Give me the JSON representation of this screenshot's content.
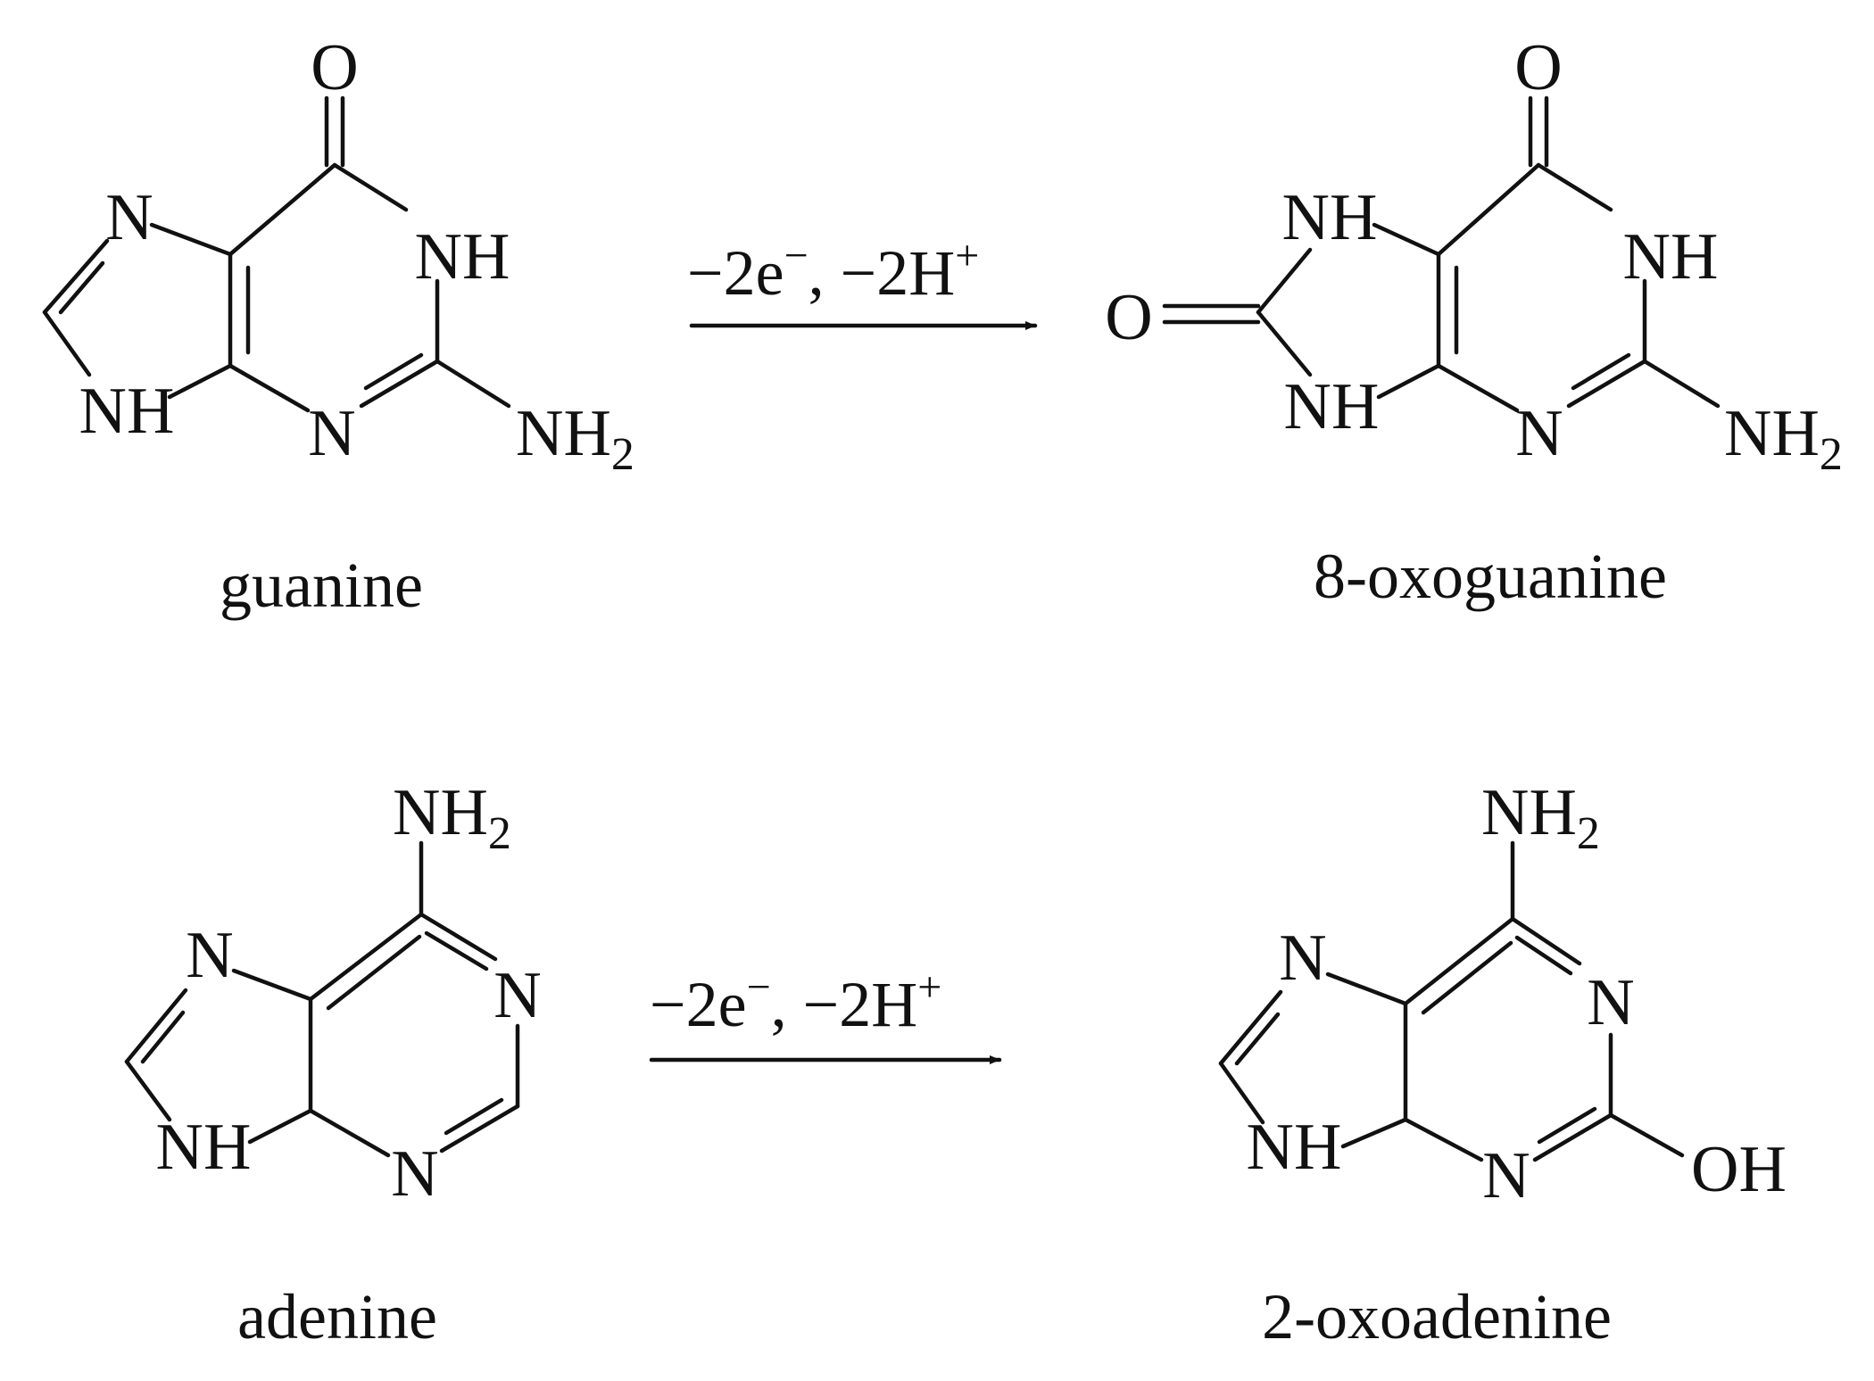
{
  "reactions": [
    {
      "reactant": {
        "name": "guanine",
        "atoms": {
          "carbonyl_o": "O",
          "n7": "N",
          "n1h": "NH",
          "n9h": "NH",
          "n3": "N",
          "amino": "NH",
          "amino_sub": "2"
        }
      },
      "conditions": {
        "electrons_pre": "−2e",
        "electrons_sup": "−",
        "sep": ", −2H",
        "protons_sup": "+"
      },
      "product": {
        "name": "8-oxoguanine",
        "atoms": {
          "carbonyl_o": "O",
          "oxo_o": "O",
          "n7h": "NH",
          "n1h": "NH",
          "n9h": "NH",
          "n3": "N",
          "amino": "NH",
          "amino_sub": "2"
        }
      }
    },
    {
      "reactant": {
        "name": "adenine",
        "atoms": {
          "amino": "NH",
          "amino_sub": "2",
          "n7": "N",
          "n1": "N",
          "n9h": "NH",
          "n3": "N"
        }
      },
      "conditions": {
        "electrons_pre": "−2e",
        "electrons_sup": "−",
        "sep": ", −2H",
        "protons_sup": "+"
      },
      "product": {
        "name": "2-oxoadenine",
        "atoms": {
          "amino": "NH",
          "amino_sub": "2",
          "n7": "N",
          "n1": "N",
          "n9h": "NH",
          "n3": "N",
          "hydroxyl": "OH"
        }
      }
    }
  ]
}
